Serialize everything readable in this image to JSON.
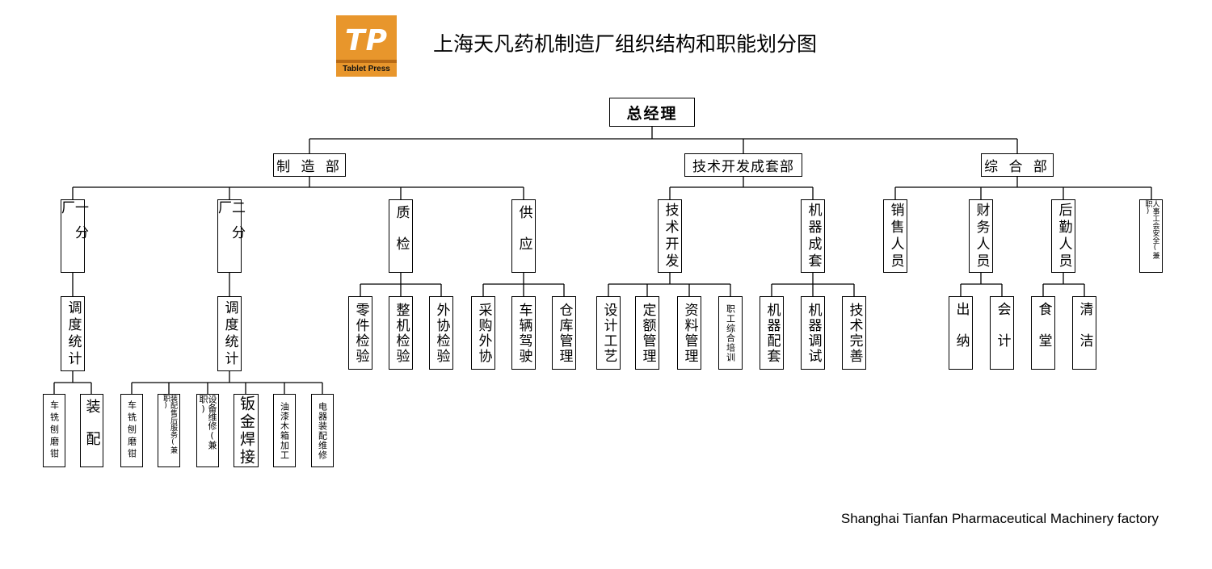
{
  "header": {
    "logo_text": "TP",
    "logo_caption": "Tablet  Press",
    "title": "上海天凡药机制造厂组织结构和职能划分图",
    "subtitle": "Shanghai Tianfan Pharmaceutical Machinery factory"
  },
  "org": {
    "gm": "总经理",
    "mfg": "制 造 部",
    "tech": "技术开发成套部",
    "general": "综 合 部",
    "branch1": "一分厂",
    "branch2": "二分厂",
    "qc": "质检",
    "supply": "供应",
    "tech_dev": "技术开发",
    "machine_set": "机器成套",
    "sales": "销售人员",
    "finance": "财务人员",
    "logistics": "后勤人员",
    "hr": "人事工会安全(兼职)",
    "sched1": "调度统计",
    "sched2": "调度统计",
    "b1_machining": "车铣刨磨钳",
    "b1_assembly": "装配",
    "b2_machining": "车铣刨磨钳",
    "b2_assembly_service": "装配售后服务(兼职)",
    "b2_equipment": "设备维修(兼职)",
    "b2_sheet": "钣金焊接",
    "b2_paint": "油漆木箱加工",
    "b2_electric": "电器装配维修",
    "qc_parts": "零件检验",
    "qc_machine": "整机检验",
    "qc_outsource": "外协检验",
    "sup_purchase": "采购外协",
    "sup_vehicle": "车辆驾驶",
    "sup_warehouse": "仓库管理",
    "td_design": "设计工艺",
    "td_quota": "定额管理",
    "td_data": "资料管理",
    "td_training": "职工综合培训",
    "ms_assembly": "机器配套",
    "ms_debug": "机器调试",
    "ms_improve": "技术完善",
    "fin_cashier": "出纳",
    "fin_accounting": "会计",
    "log_canteen": "食堂",
    "log_cleaning": "清洁"
  },
  "colors": {
    "logo_bg": "#e8962c",
    "line": "#000000"
  }
}
